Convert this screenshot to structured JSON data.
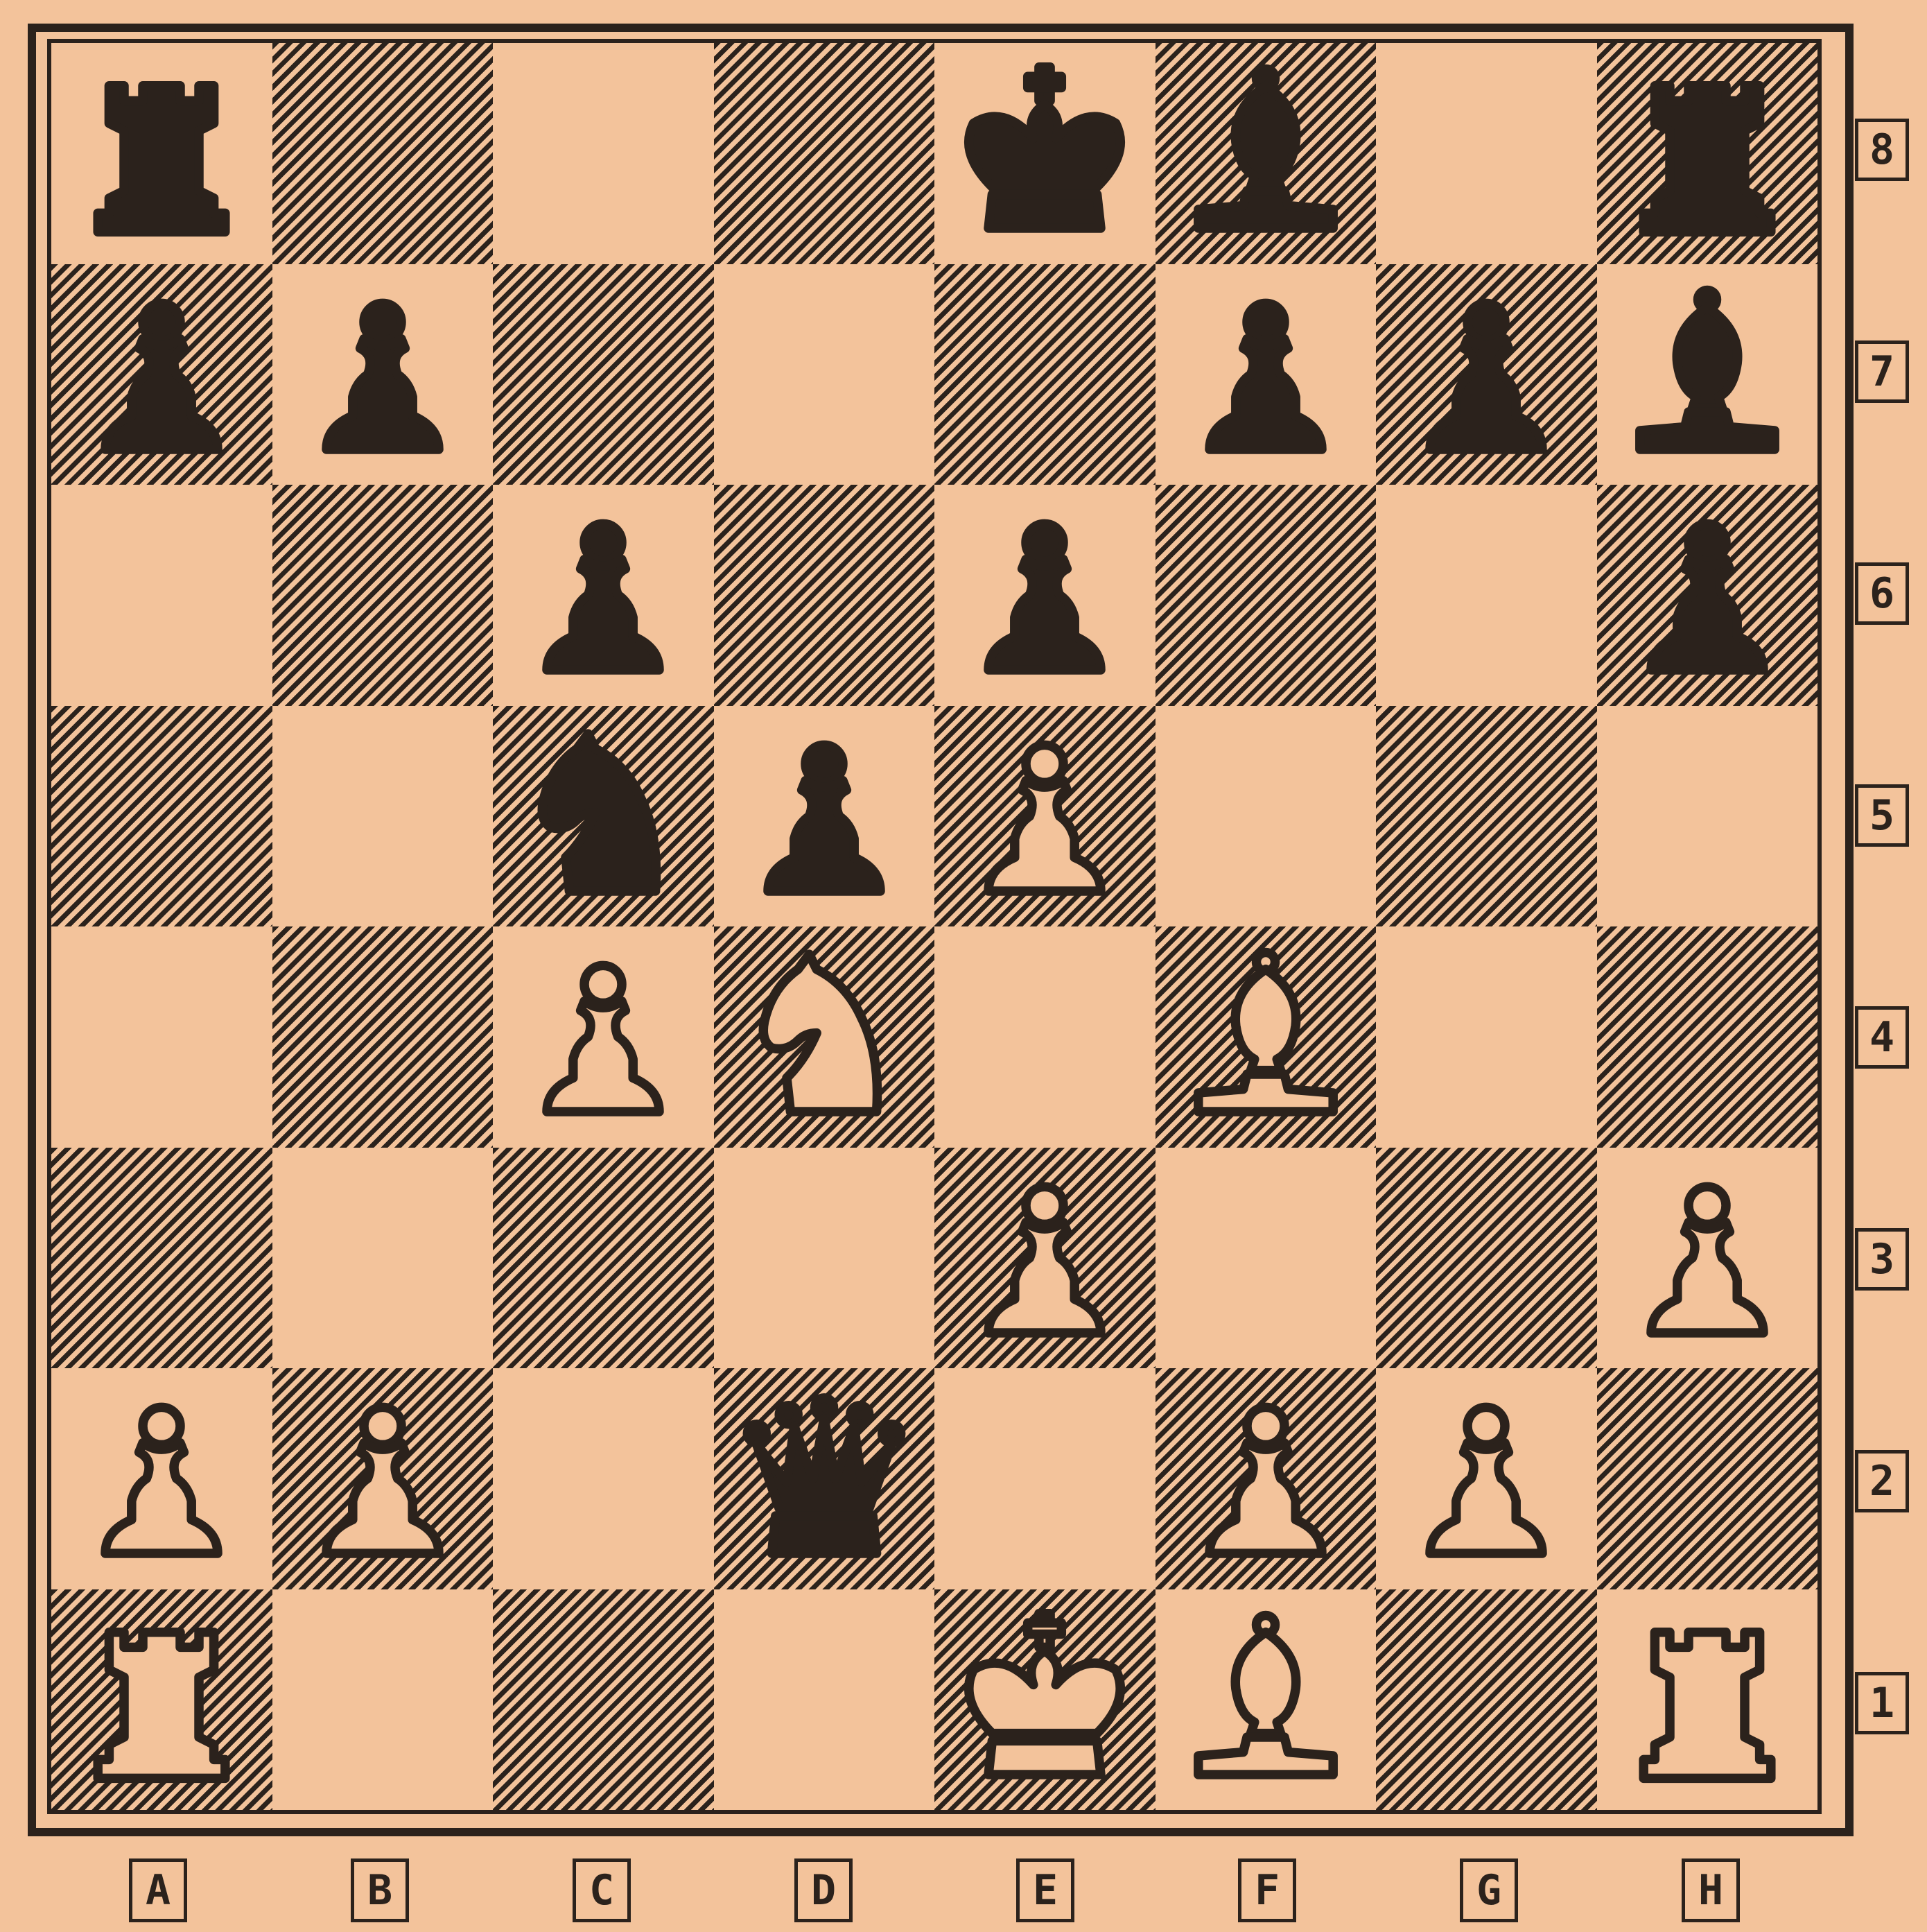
{
  "board": {
    "files": [
      "A",
      "B",
      "C",
      "D",
      "E",
      "F",
      "G",
      "H"
    ],
    "ranks": [
      "8",
      "7",
      "6",
      "5",
      "4",
      "3",
      "2",
      "1"
    ],
    "position": [
      [
        "bR",
        "",
        "",
        "",
        "bK",
        "bB",
        "",
        "bR"
      ],
      [
        "bP",
        "bP",
        "",
        "",
        "",
        "bP",
        "bP",
        "bB"
      ],
      [
        "",
        "",
        "bP",
        "",
        "bP",
        "",
        "",
        "bP"
      ],
      [
        "",
        "",
        "bN",
        "bP",
        "wP",
        "",
        "",
        ""
      ],
      [
        "",
        "",
        "wP",
        "wN",
        "",
        "wB",
        "",
        ""
      ],
      [
        "",
        "",
        "",
        "",
        "wP",
        "",
        "",
        "wP"
      ],
      [
        "wP",
        "wP",
        "",
        "bQ",
        "",
        "wP",
        "wP",
        ""
      ],
      [
        "wR",
        "",
        "",
        "",
        "wK",
        "wB",
        "",
        "wR"
      ]
    ],
    "piece_icons": {
      "K": "king-icon",
      "Q": "queen-icon",
      "R": "rook-icon",
      "B": "bishop-icon",
      "N": "knight-icon",
      "P": "pawn-icon"
    },
    "colors": {
      "paper": "#f3c39b",
      "ink": "#2b221c"
    }
  }
}
